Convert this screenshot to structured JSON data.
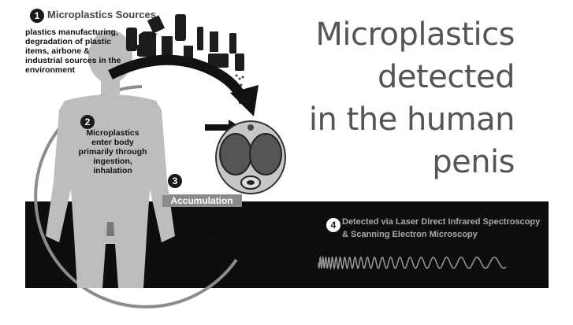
{
  "title": {
    "lines": [
      "Microplastics",
      "detected",
      "in the human",
      "penis"
    ]
  },
  "steps": [
    {
      "number": "1",
      "heading": "Microplastics Sources",
      "text": "plastics manufacturing, degradation of plastic items, airbone & industrial sources in the environment"
    },
    {
      "number": "2",
      "heading": "",
      "text": "Microplastics enter body primarily through ingestion, inhalation"
    },
    {
      "number": "3",
      "heading": "Accumulation",
      "text": "found in penile tissue of patients undergoing inflatable penile prosthesis surgery"
    },
    {
      "number": "4",
      "heading": "",
      "text": "Detected via Laser Direct Infrared Spectroscopy & Scanning Electron Microscopy"
    }
  ],
  "colors": {
    "band": "#0d0d0d",
    "body": "#bdbdbd",
    "arrow": "#111111",
    "ring": "#8c8c8c",
    "title": "#555555"
  },
  "icons": [
    "plastic-items-icon-group",
    "human-body-silhouette",
    "penis-cross-section-icon",
    "spectrum-wave-icon"
  ]
}
